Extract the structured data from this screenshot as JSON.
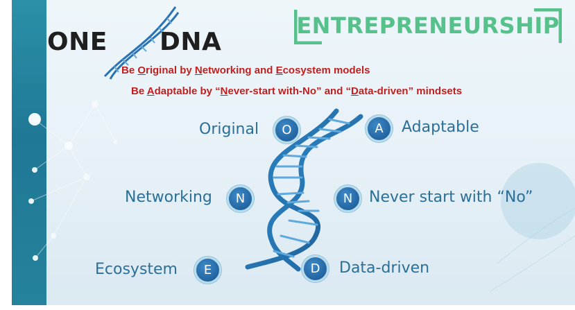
{
  "title": {
    "left": "ONE",
    "right": "DNA"
  },
  "banner": {
    "text": "ENTREPRENEURSHIP"
  },
  "slogans": [
    {
      "parts": [
        {
          "t": "Be "
        },
        {
          "t": "O",
          "u": true
        },
        {
          "t": "riginal by "
        },
        {
          "t": "N",
          "u": true
        },
        {
          "t": "etworking and "
        },
        {
          "t": "E",
          "u": true
        },
        {
          "t": "cosystem models"
        }
      ]
    },
    {
      "parts": [
        {
          "t": "Be "
        },
        {
          "t": "A",
          "u": true
        },
        {
          "t": "daptable by “"
        },
        {
          "t": "N",
          "u": true
        },
        {
          "t": "ever-start with-No” and “"
        },
        {
          "t": "D",
          "u": true
        },
        {
          "t": "ata-driven” mindsets"
        }
      ]
    }
  ],
  "left_items": [
    {
      "letter": "O",
      "label": "Original"
    },
    {
      "letter": "N",
      "label": "Networking"
    },
    {
      "letter": "E",
      "label": "Ecosystem"
    }
  ],
  "right_items": [
    {
      "letter": "A",
      "label": "Adaptable"
    },
    {
      "letter": "N",
      "label": "Never start with “No”"
    },
    {
      "letter": "D",
      "label": "Data-driven"
    }
  ],
  "colors": {
    "banner_green": "#56c18b",
    "slogan_red": "#c21f1f",
    "label_blue": "#2b6f96",
    "badge_blue": "#1e5f9c",
    "band_teal": "#1f7896"
  },
  "icons": [
    "dna-helix-icon",
    "dna-helix-large-icon"
  ]
}
